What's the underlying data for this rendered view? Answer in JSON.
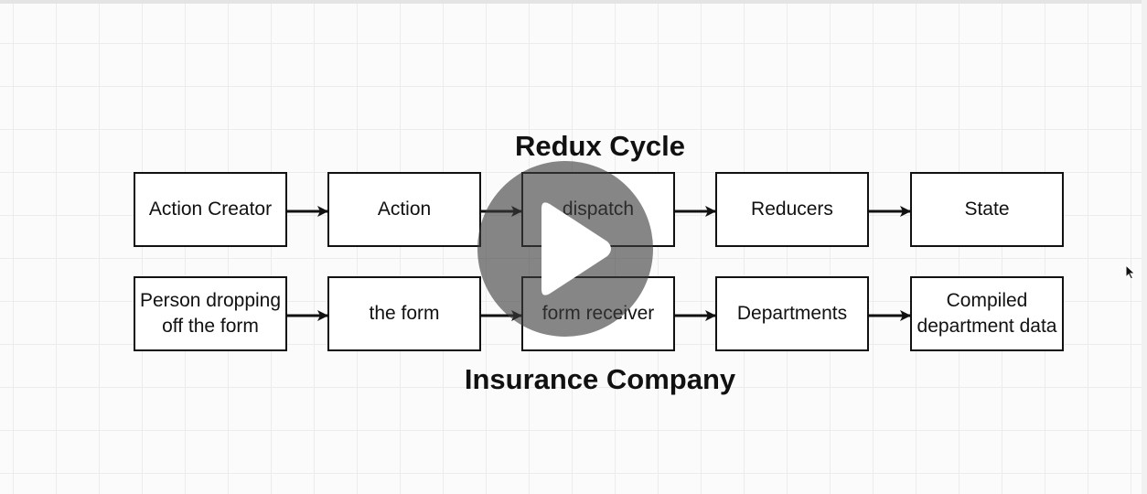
{
  "diagram": {
    "title_top": "Redux Cycle",
    "title_bottom": "Insurance Company",
    "top_row": [
      "Action Creator",
      "Action",
      "dispatch",
      "Reducers",
      "State"
    ],
    "bottom_row": [
      "Person dropping off the form",
      "the form",
      "form receiver",
      "Departments",
      "Compiled department data"
    ]
  },
  "icons": {
    "play": "play-icon",
    "cursor": "mouse-pointer-icon",
    "arrow": "arrow-right-icon"
  },
  "colors": {
    "overlay": "#3c3c3c",
    "box_border": "#111111",
    "grid": "#ececec"
  }
}
